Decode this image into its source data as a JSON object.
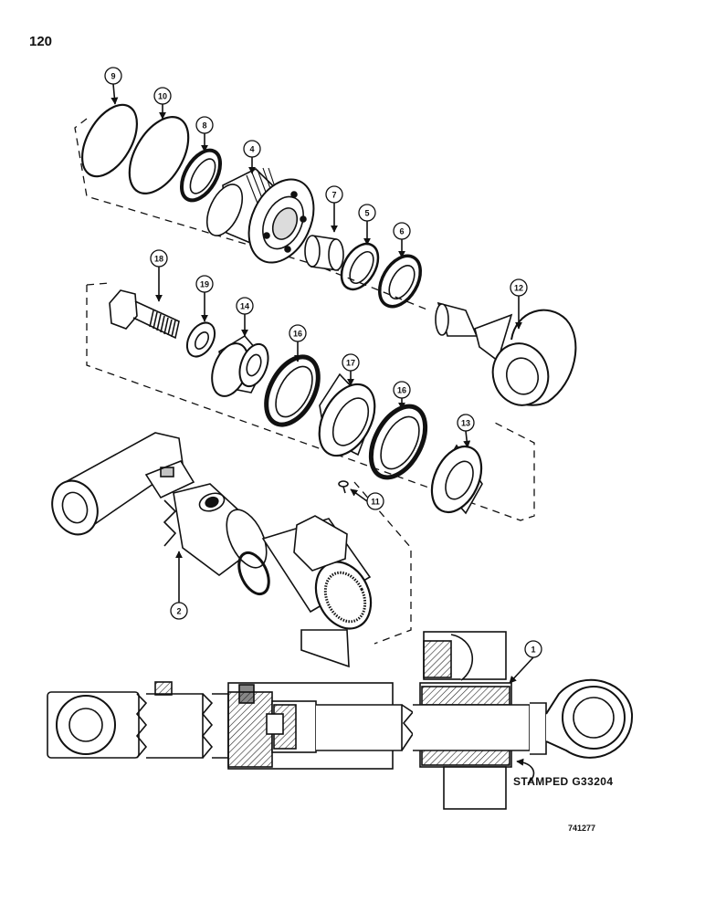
{
  "page": {
    "number": "120",
    "stamp_label": "STAMPED G33204",
    "figure_code": "741277"
  },
  "callouts": [
    "9",
    "10",
    "8",
    "4",
    "7",
    "5",
    "6",
    "18",
    "19",
    "14",
    "16",
    "17",
    "16",
    "13",
    "12",
    "11",
    "2",
    "1"
  ],
  "colors": {
    "ink": "#111111",
    "paper": "#ffffff"
  }
}
